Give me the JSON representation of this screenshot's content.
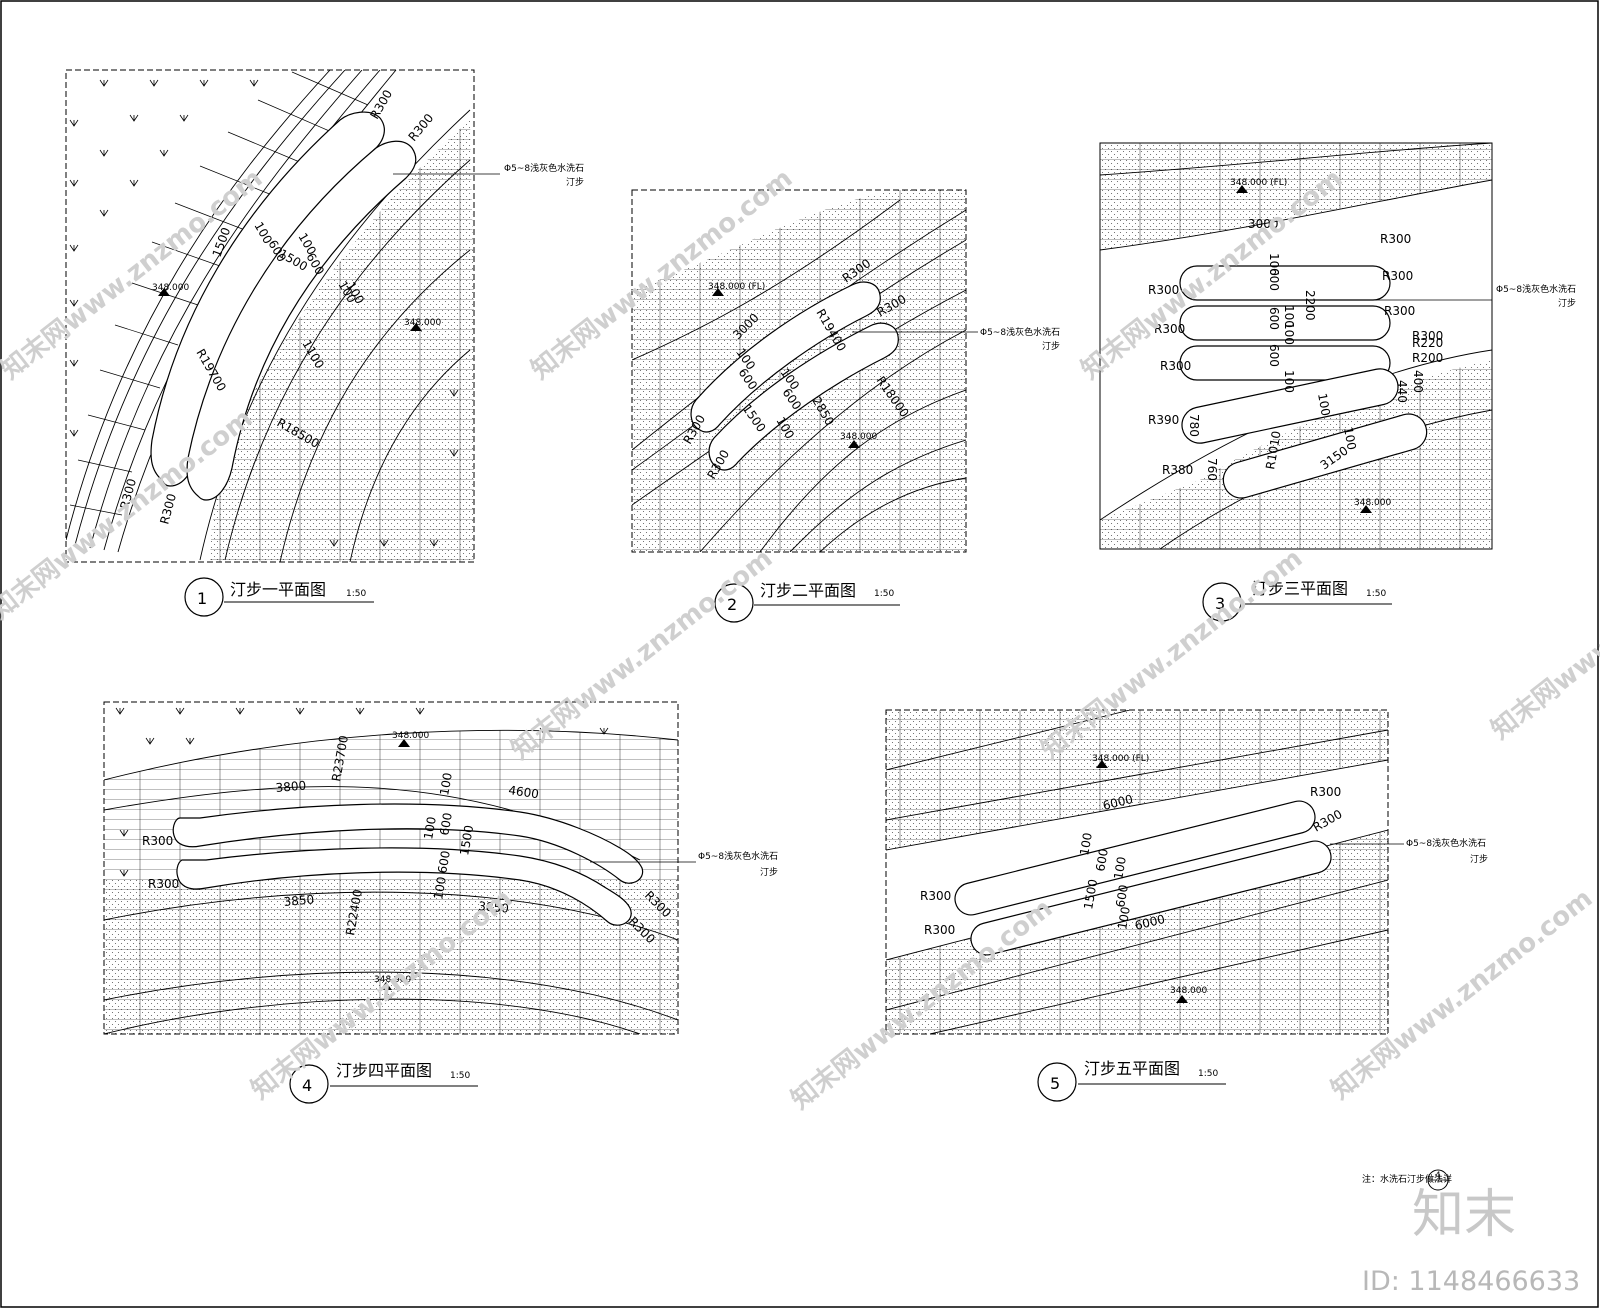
{
  "material_note": "Φ5~8浅灰色水洗石",
  "material_sub": "汀步",
  "elevation": "348.000",
  "elevation_fl": "348.000 (FL)",
  "plans": [
    {
      "number": "1",
      "title": "汀步一平面图",
      "scale": "1:50",
      "dims": [
        "R300",
        "R300",
        "R300",
        "R300",
        "100",
        "600",
        "100",
        "600",
        "100",
        "1500",
        "1500",
        "R19700",
        "R18500",
        "1100",
        "100"
      ]
    },
    {
      "number": "2",
      "title": "汀步二平面图",
      "scale": "1:50",
      "dims": [
        "R300",
        "R300",
        "R300",
        "R300",
        "3000",
        "100",
        "600",
        "100",
        "600",
        "1500",
        "R19400",
        "R18000",
        "2850",
        "100"
      ]
    },
    {
      "number": "3",
      "title": "汀步三平面图",
      "scale": "1:50",
      "dims": [
        "3000",
        "R300",
        "R300",
        "R300",
        "R300",
        "R300",
        "R300",
        "R300",
        "100",
        "600",
        "100",
        "600",
        "100",
        "600",
        "100",
        "2200",
        "R220",
        "R200",
        "440",
        "400",
        "R390",
        "R380",
        "780",
        "760",
        "100",
        "100",
        "R1010",
        "3150"
      ]
    },
    {
      "number": "4",
      "title": "汀步四平面图",
      "scale": "1:50",
      "dims": [
        "3800",
        "R23700",
        "100",
        "4600",
        "R300",
        "R300",
        "R300",
        "R300",
        "600",
        "100",
        "600",
        "1500",
        "100",
        "3850",
        "3850",
        "R22400"
      ]
    },
    {
      "number": "5",
      "title": "汀步五平面图",
      "scale": "1:50",
      "dims": [
        "6000",
        "6000",
        "R300",
        "R300",
        "R300",
        "R300",
        "100",
        "600",
        "100",
        "600",
        "1500",
        "100"
      ]
    }
  ],
  "footer_note": "注：水洗石汀步做法详",
  "footer_ref": "4",
  "watermark_text": "知末网www.znzmo.com",
  "logo_text": "知末",
  "id_text": "ID: 1148466633"
}
